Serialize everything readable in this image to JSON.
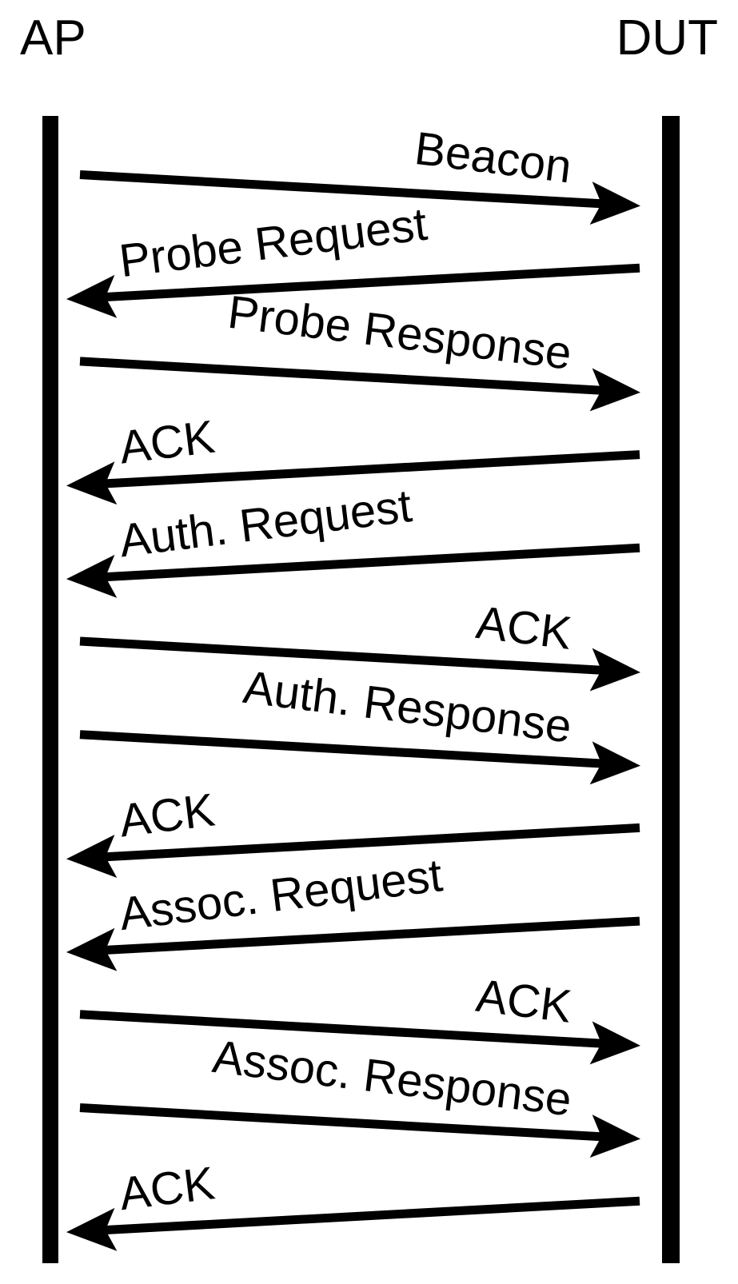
{
  "page": {
    "background_color": "#ffffff",
    "ink_color": "#000000"
  },
  "diagram": {
    "type": "sequence",
    "actors": [
      {
        "id": "AP",
        "label": "AP",
        "side": "left"
      },
      {
        "id": "DUT",
        "label": "DUT",
        "side": "right"
      }
    ],
    "messages": [
      {
        "from": "AP",
        "to": "DUT",
        "label": "Beacon"
      },
      {
        "from": "DUT",
        "to": "AP",
        "label": "Probe Request"
      },
      {
        "from": "AP",
        "to": "DUT",
        "label": "Probe Response"
      },
      {
        "from": "DUT",
        "to": "AP",
        "label": "ACK"
      },
      {
        "from": "DUT",
        "to": "AP",
        "label": "Auth. Request"
      },
      {
        "from": "AP",
        "to": "DUT",
        "label": "ACK"
      },
      {
        "from": "AP",
        "to": "DUT",
        "label": "Auth. Response"
      },
      {
        "from": "DUT",
        "to": "AP",
        "label": "ACK"
      },
      {
        "from": "DUT",
        "to": "AP",
        "label": "Assoc. Request"
      },
      {
        "from": "AP",
        "to": "DUT",
        "label": "ACK"
      },
      {
        "from": "AP",
        "to": "DUT",
        "label": "Assoc. Response"
      },
      {
        "from": "DUT",
        "to": "AP",
        "label": "ACK"
      }
    ]
  }
}
